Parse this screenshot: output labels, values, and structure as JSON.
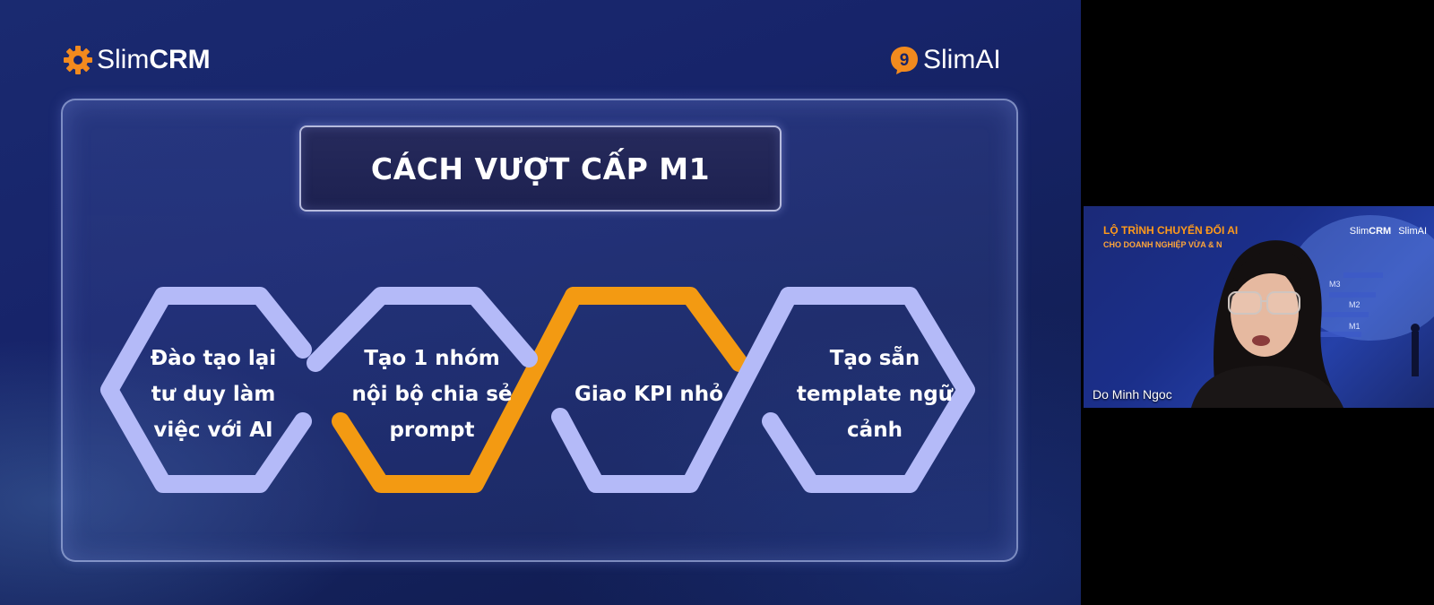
{
  "slide": {
    "logo_left": {
      "light": "Slim",
      "bold": "CRM",
      "icon": "gear-icon"
    },
    "logo_right": {
      "text": "SlimAI",
      "icon": "speech-bubble-9-icon",
      "icon_glyph": "9"
    },
    "title": "CÁCH VƯỢT CẤP M1",
    "steps": [
      {
        "lines": [
          "Đào tạo lại",
          "tư duy làm",
          "việc với AI"
        ],
        "color": "#b4baf8"
      },
      {
        "lines": [
          "Tạo 1 nhóm",
          "nội bộ chia sẻ",
          "prompt"
        ],
        "color": "#b4baf8"
      },
      {
        "lines": [
          "Giao KPI nhỏ"
        ],
        "color": "#f39a12"
      },
      {
        "lines": [
          "Tạo sẵn",
          "template ngữ",
          "cảnh"
        ],
        "color": "#b4baf8"
      }
    ],
    "colors": {
      "accent_orange": "#f39a12",
      "hex_lavender": "#b4baf8",
      "bg_navy": "#17246a"
    }
  },
  "webcam": {
    "participant_name": "Do Minh Ngoc",
    "bg_title_line1": "LỘ TRÌNH CHUYỂN ĐỔI AI",
    "bg_title_line2": "CHO DOANH NGHIỆP VỪA & N",
    "bg_logo_left": {
      "light": "Slim",
      "bold": "CRM"
    },
    "bg_logo_right": "SlimAI",
    "stair_labels": [
      "M1",
      "M2",
      "M3"
    ]
  }
}
